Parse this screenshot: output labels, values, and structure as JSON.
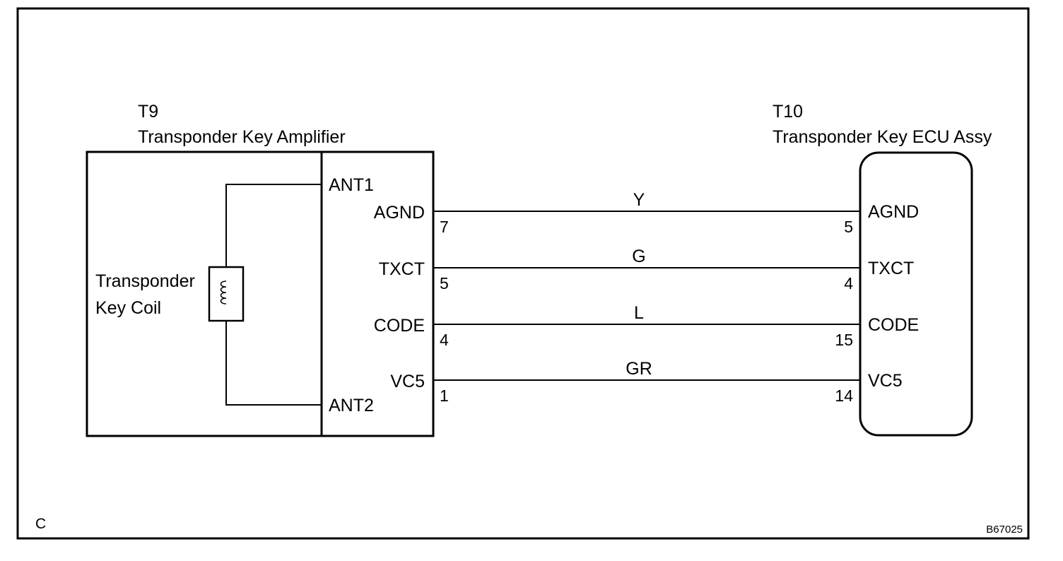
{
  "frame": {
    "corner_label": "C",
    "figure_code": "B67025"
  },
  "amplifier": {
    "connector": "T9",
    "name": "Transponder Key Amplifier",
    "coil_label_line1": "Transponder",
    "coil_label_line2": "Key Coil",
    "antenna_pins": [
      "ANT1",
      "ANT2"
    ]
  },
  "ecu": {
    "connector": "T10",
    "name": "Transponder Key ECU Assy"
  },
  "wires": [
    {
      "signal_left": "AGND",
      "pin_left": "7",
      "color": "Y",
      "pin_right": "5",
      "signal_right": "AGND"
    },
    {
      "signal_left": "TXCT",
      "pin_left": "5",
      "color": "G",
      "pin_right": "4",
      "signal_right": "TXCT"
    },
    {
      "signal_left": "CODE",
      "pin_left": "4",
      "color": "L",
      "pin_right": "15",
      "signal_right": "CODE"
    },
    {
      "signal_left": "VC5",
      "pin_left": "1",
      "color": "GR",
      "pin_right": "14",
      "signal_right": "VC5"
    }
  ]
}
